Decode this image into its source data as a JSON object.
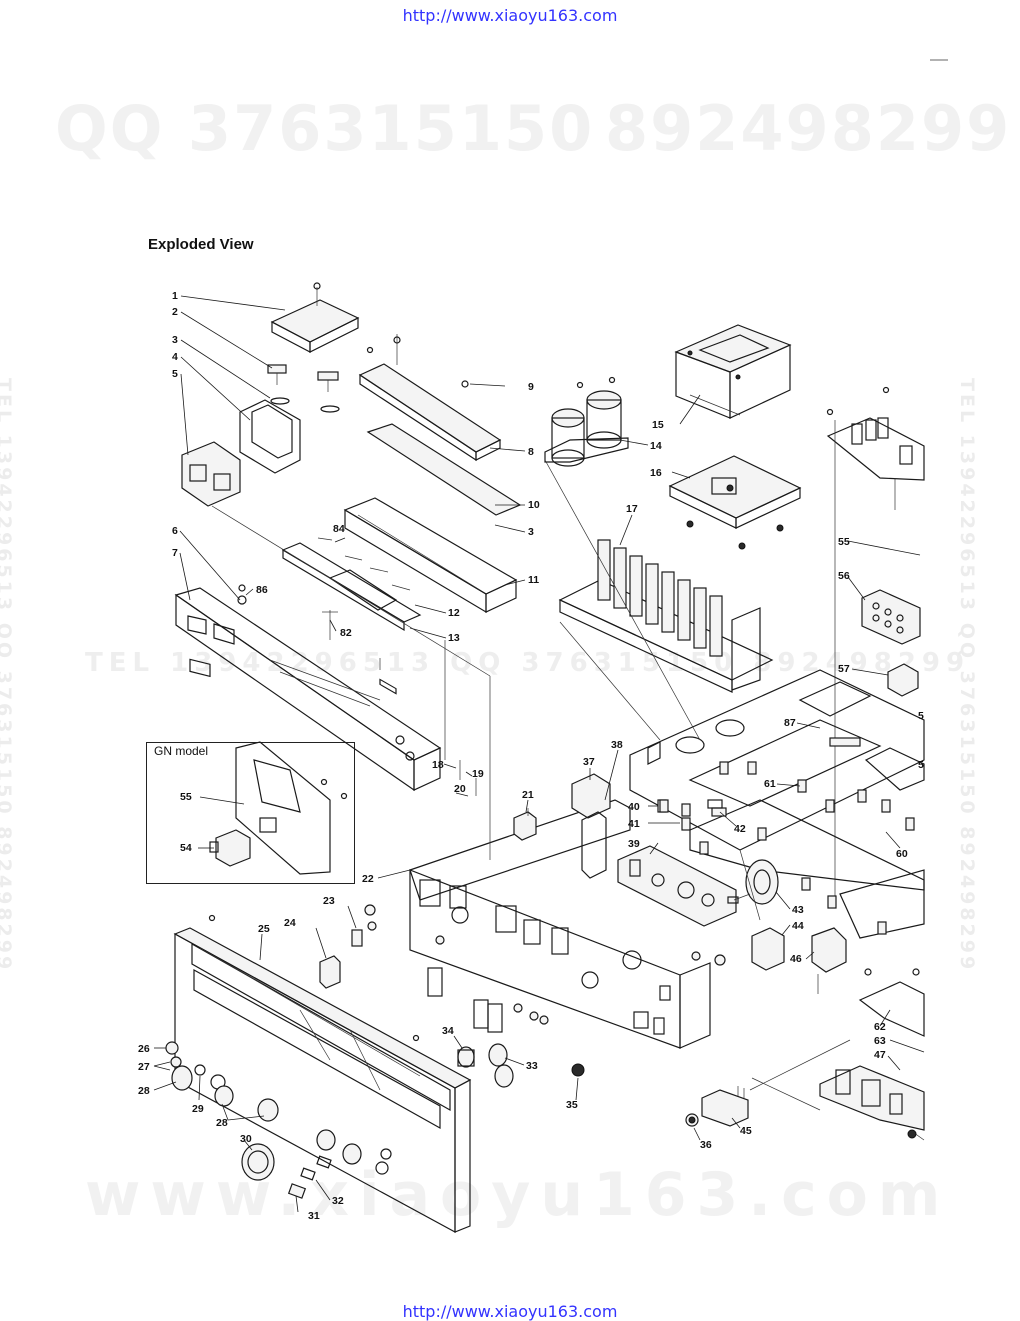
{
  "header": {
    "url_top": "http://www.xiaoyu163.com"
  },
  "footer": {
    "url_bottom": "http://www.xiaoyu163.com"
  },
  "watermarks": {
    "qq": "QQ 376315150",
    "qq2": "892498299",
    "www": "www.xiaoyu163.com",
    "right_vertical": "TEL 13942296513 QQ 376315150 892498299",
    "left_vertical": "TEL 13942296513 QQ 376315150 892498299",
    "middle": "TEL 13942296513    QQ 376315150 892498299"
  },
  "diagram": {
    "title": "Exploded View",
    "inset_label": "GN model",
    "callouts": [
      "1",
      "2",
      "3",
      "4",
      "5",
      "6",
      "7",
      "86",
      "82",
      "84",
      "12",
      "13",
      "8",
      "9",
      "10",
      "3",
      "11",
      "14",
      "15",
      "16",
      "17",
      "55",
      "56",
      "57",
      "87",
      "61",
      "60",
      "62",
      "63",
      "47",
      "18",
      "19",
      "20",
      "21",
      "37",
      "38",
      "40",
      "41",
      "42",
      "39",
      "43",
      "44",
      "46",
      "45",
      "36",
      "35",
      "33",
      "34",
      "22",
      "23",
      "24",
      "25",
      "26",
      "27",
      "28",
      "29",
      "28",
      "30",
      "31",
      "32",
      "55",
      "54"
    ]
  }
}
